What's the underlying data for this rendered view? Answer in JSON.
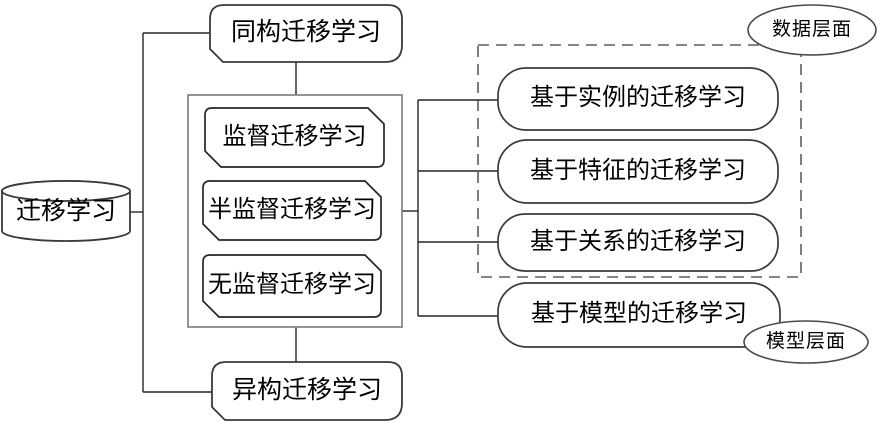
{
  "nodes": {
    "root": "迁移学习",
    "homogeneous": "同构迁移学习",
    "heterogeneous": "异构迁移学习",
    "supervised": "监督迁移学习",
    "semi_supervised": "半监督迁移学习",
    "unsupervised": "无监督迁移学习",
    "instance_based": "基于实例的迁移学习",
    "feature_based": "基于特征的迁移学习",
    "relation_based": "基于关系的迁移学习",
    "model_based": "基于模型的迁移学习",
    "data_level": "数据层面",
    "model_level": "模型层面"
  },
  "colors": {
    "shape_stroke": "#3a3a3a",
    "card_stroke": "#262626",
    "group_stroke": "#848484",
    "dashed_stroke": "#5e5e5e",
    "connector": "#262626",
    "fill": "#ffffff",
    "text": "#000000",
    "background": "#ffffff"
  }
}
